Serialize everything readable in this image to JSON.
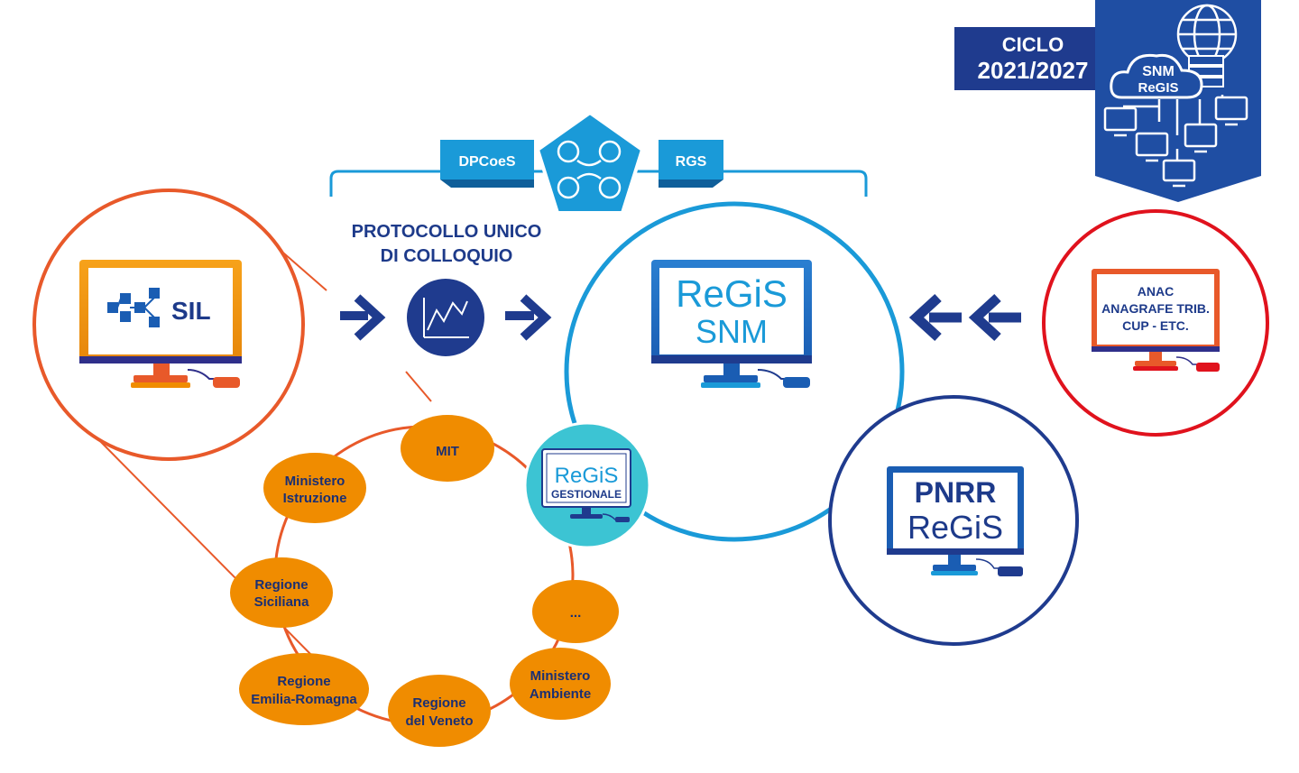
{
  "badge": {
    "cycle_line1": "CICLO",
    "cycle_line2": "2021/2027",
    "cloud_line1": "SNM",
    "cloud_line2": "ReGIS"
  },
  "header": {
    "left_tag": "DPCoeS",
    "right_tag": "RGS",
    "protocol_line1": "PROTOCOLLO UNICO",
    "protocol_line2": "DI COLLOQUIO"
  },
  "sil": {
    "label": "SIL"
  },
  "center": {
    "brand": "ReGiS",
    "line2": "SNM"
  },
  "gestionale": {
    "brand": "ReGiS",
    "line2": "GESTIONALE"
  },
  "external": {
    "line1": "ANAC",
    "line2": "ANAGRAFE TRIB.",
    "line3": "CUP - ETC."
  },
  "pnrr": {
    "line1": "PNRR",
    "brand": "ReGiS"
  },
  "nodes": [
    {
      "line1": "MIT",
      "line2": ""
    },
    {
      "line1": "Ministero",
      "line2": "Istruzione"
    },
    {
      "line1": "Regione",
      "line2": "Siciliana"
    },
    {
      "line1": "Regione",
      "line2": "Emilia-Romagna"
    },
    {
      "line1": "Regione",
      "line2": "del Veneto"
    },
    {
      "line1": "Ministero",
      "line2": "Ambiente"
    },
    {
      "line1": "...",
      "line2": ""
    }
  ],
  "colors": {
    "navy": "#1d3a8a",
    "blue": "#1a9ad8",
    "orange": "#f08c00",
    "orange_ring": "#e8592a",
    "red_ring": "#e0121d",
    "teal": "#3cc4d3",
    "dark_navy": "#1f3b8e"
  },
  "icons": [
    "globe-icon",
    "cloud-icon",
    "handshake-icon",
    "chart-icon",
    "arrow-right-icon",
    "arrow-left-icon",
    "monitor-icon"
  ]
}
